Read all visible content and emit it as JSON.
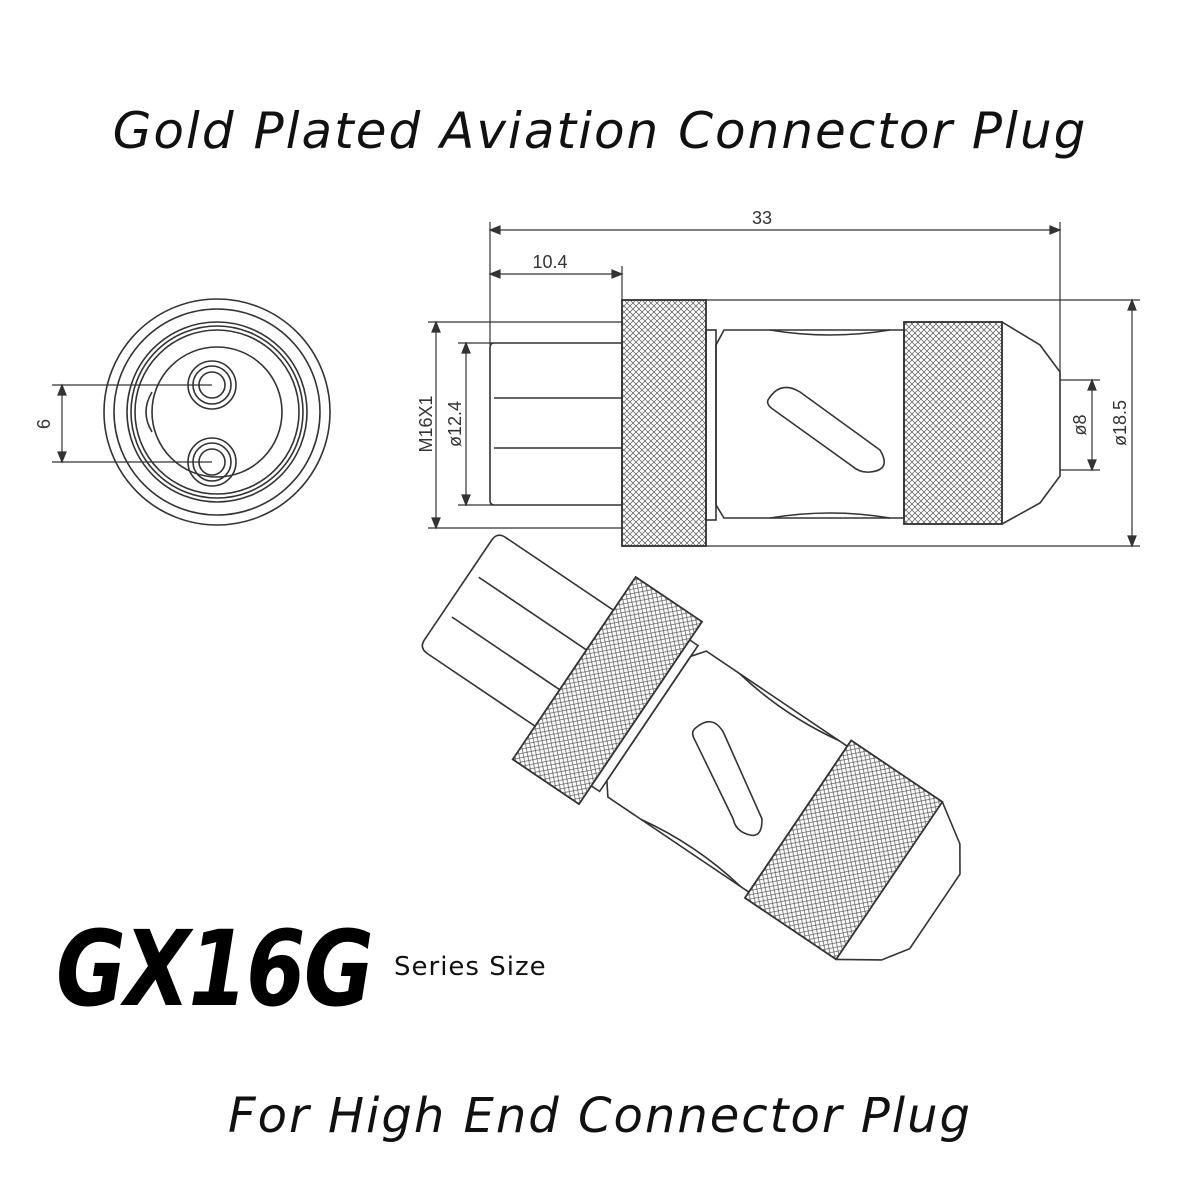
{
  "title": "Gold Plated Aviation Connector Plug",
  "model": "GX16G",
  "series_label": "Series Size",
  "footer": "For High End Connector Plug",
  "dimensions": {
    "overall_length": "33",
    "thread_length": "10.4",
    "pin_spacing": "6",
    "thread_spec": "M16X1",
    "thread_diameter": "ø12.4",
    "tail_diameter": "ø8",
    "body_diameter": "ø18.5"
  },
  "colors": {
    "line": "#333333",
    "knurl": "#555555"
  }
}
